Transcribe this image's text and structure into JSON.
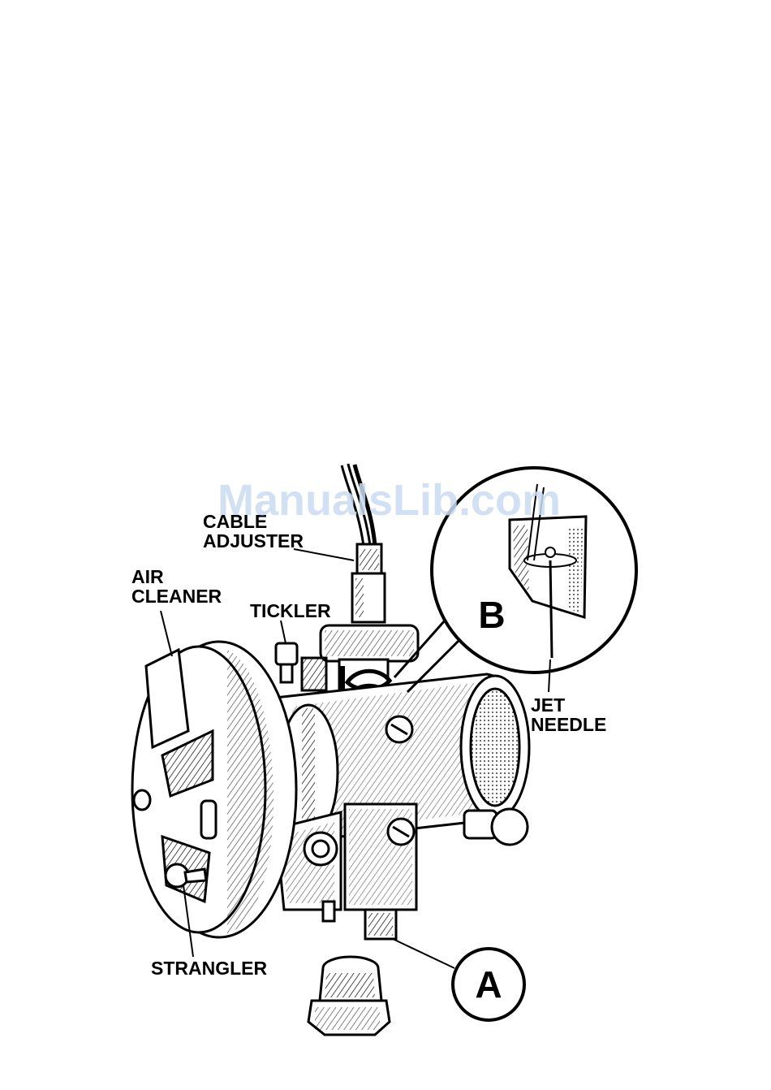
{
  "diagram": {
    "labels": {
      "cable_adjuster": "CABLE\nADJUSTER",
      "air_cleaner": "AIR\nCLEANER",
      "tickler": "TICKLER",
      "jet_needle": "JET\nNEEDLE",
      "strangler": "STRANGLER"
    },
    "callouts": {
      "a": "A",
      "b": "B"
    },
    "watermark": "ManualsLib.com"
  }
}
